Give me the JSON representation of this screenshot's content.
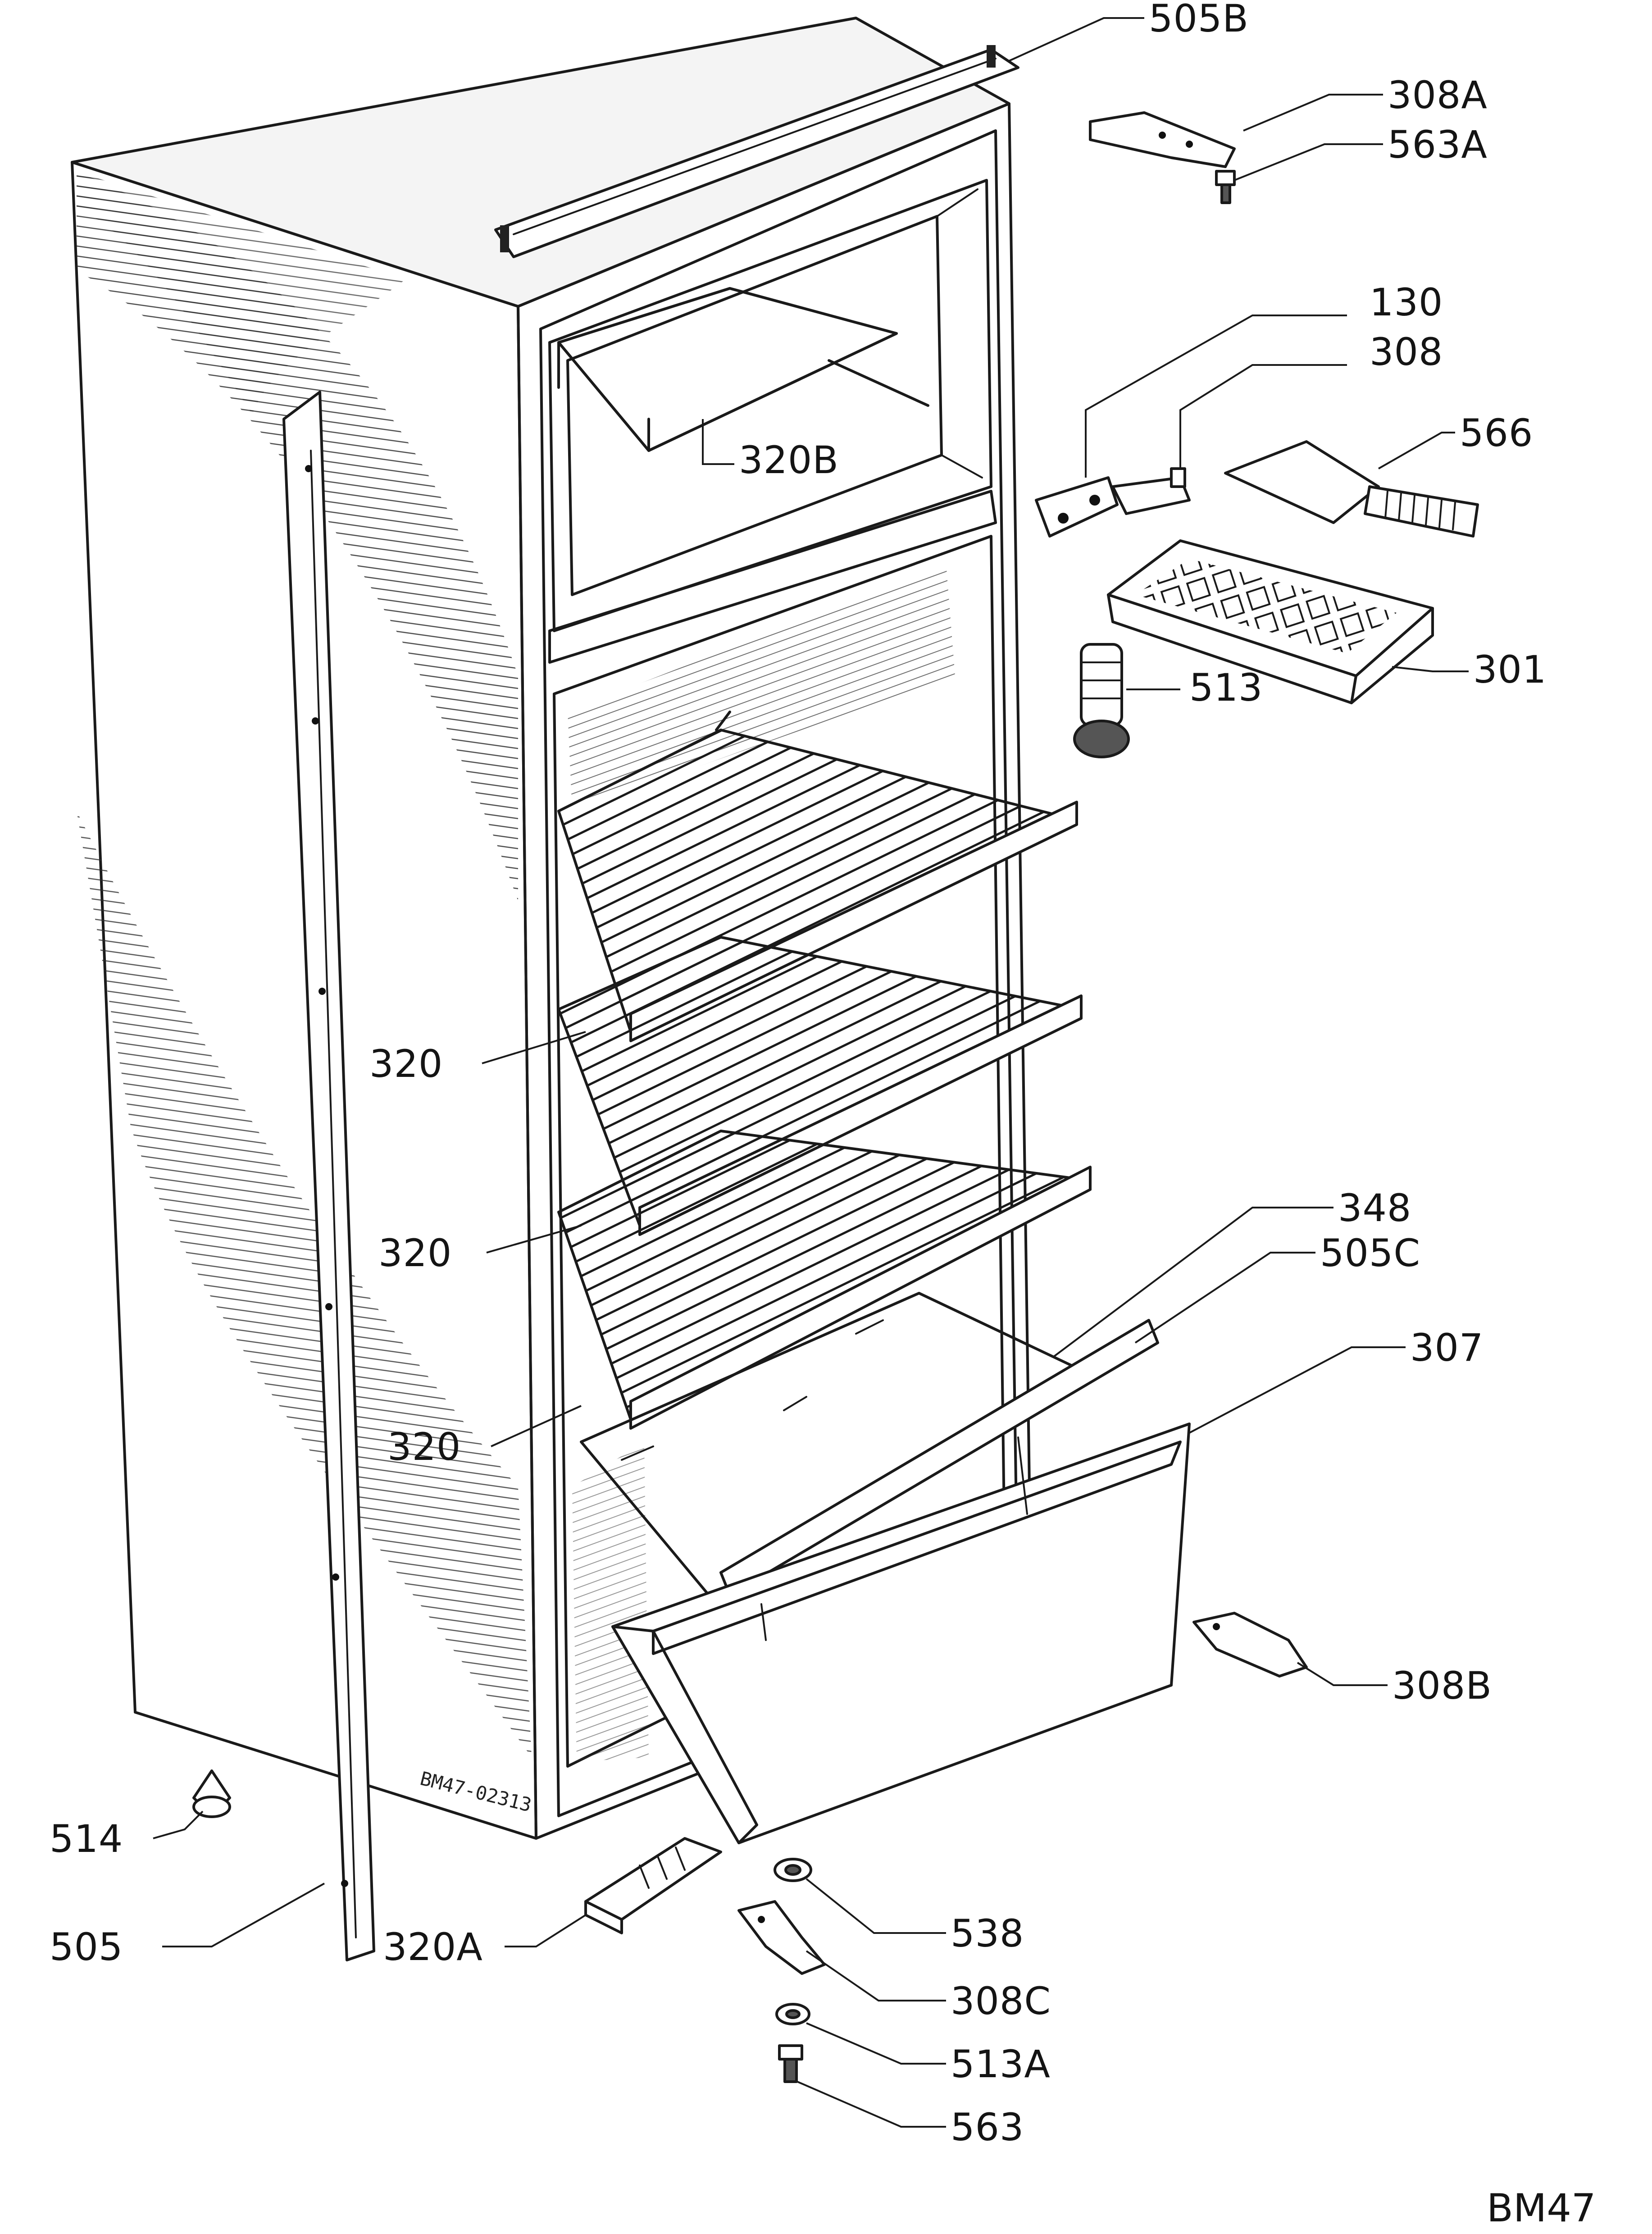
{
  "labels": {
    "p505b": "505B",
    "p308a": "308A",
    "p563a": "563A",
    "p130": "130",
    "p308": "308",
    "p566": "566",
    "p320b": "320B",
    "p301": "301",
    "p513": "513",
    "p320_1": "320",
    "p320_2": "320",
    "p320_3": "320",
    "p348": "348",
    "p505c": "505C",
    "p307": "307",
    "p308b": "308B",
    "p514": "514",
    "p505": "505",
    "p320a": "320A",
    "p538": "538",
    "p308c": "308C",
    "p513a": "513A",
    "p563": "563"
  },
  "stamp": "BM47-02313",
  "sheet_code": "BM47"
}
